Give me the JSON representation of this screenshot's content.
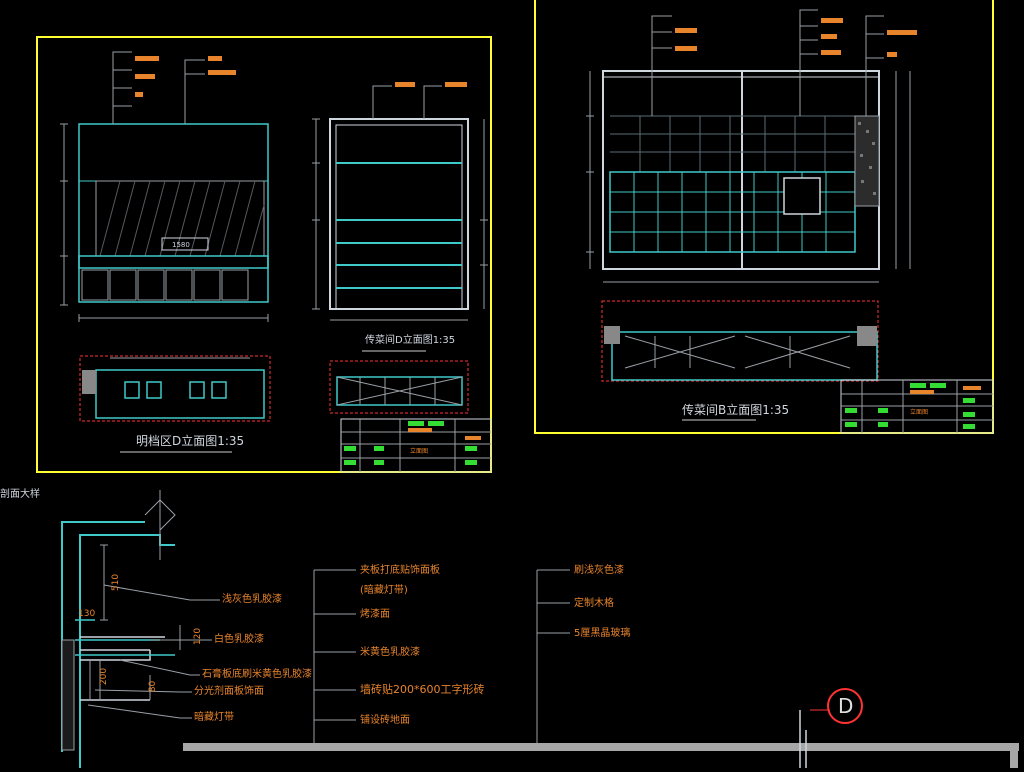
{
  "drawing": {
    "title_left": "明档区D立面图1:35",
    "title_mid": "传菜间D立面图1:35",
    "title_right": "传菜间B立面图1:35",
    "section_label": "剖面大样",
    "titleblock_left": "立面图",
    "titleblock_right": "立面图",
    "callout_symbol": "D",
    "dim_1580": "1580",
    "dim_510": "510",
    "dim_130": "130",
    "dim_120": "120",
    "dim_200": "200",
    "dim_80": "80",
    "section_left_notes": [
      "浅灰色乳胶漆",
      "白色乳胶漆",
      "石膏板底刷米黄色乳胶漆",
      "分光剂面板饰面",
      "暗藏灯带"
    ],
    "section_mid_notes": [
      "夹板打底贴饰面板",
      "(暗藏灯带)",
      "烤漆面",
      "米黄色乳胶漆",
      "墙砖贴200*600工字形砖",
      "铺设砖地面"
    ],
    "section_right_notes": [
      "刷浅灰色漆",
      "定制木格",
      "5厘黑晶玻璃"
    ]
  }
}
